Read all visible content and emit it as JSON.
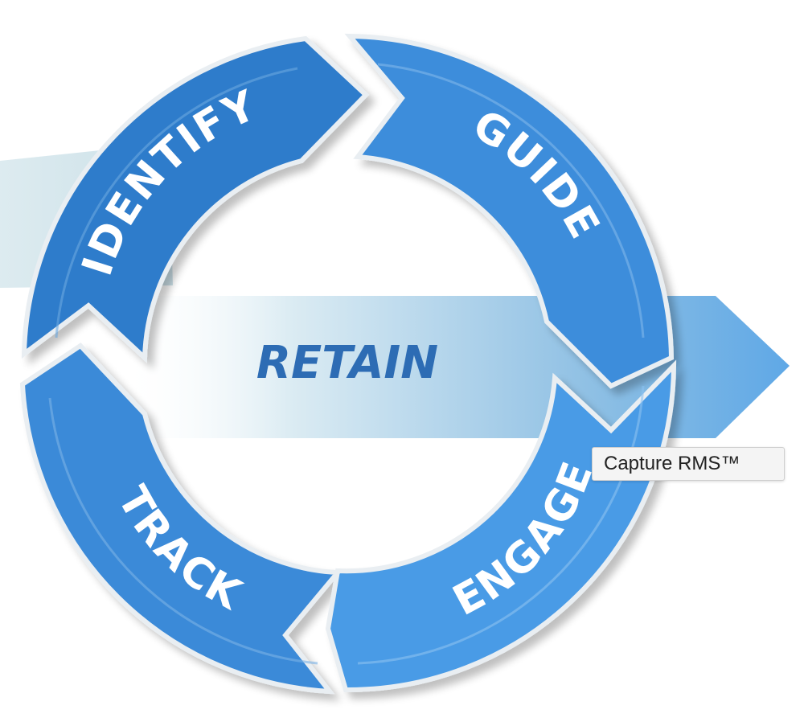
{
  "diagram": {
    "stages": [
      {
        "id": "identify",
        "label": "IDENTIFY"
      },
      {
        "id": "guide",
        "label": "GUIDE"
      },
      {
        "id": "engage",
        "label": "ENGAGE"
      },
      {
        "id": "track",
        "label": "TRACK"
      }
    ],
    "center_label": "RETAIN",
    "colors": {
      "identify": "#2f7bcb",
      "guide": "#3d8ddb",
      "engage": "#4a9be6",
      "track": "#3b8ad8",
      "band": "#6fb0e6",
      "center_text": "#2d6cb4"
    }
  },
  "tooltip": {
    "text": "Capture RMS™"
  }
}
